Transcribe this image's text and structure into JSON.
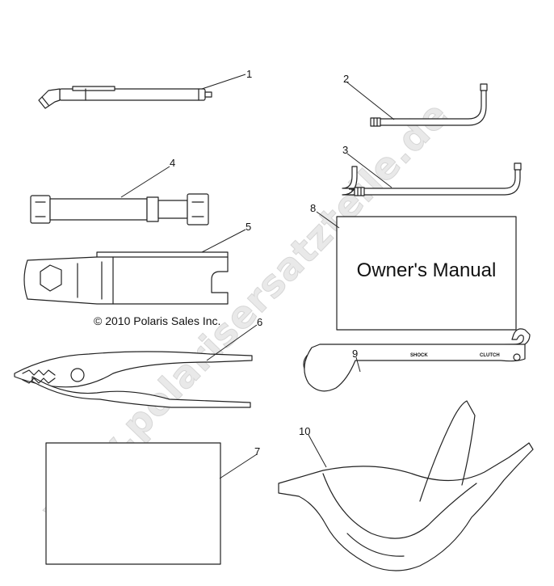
{
  "watermark": "www.polarisersatzteile.de",
  "copyright": "© 2010 Polaris Sales Inc.",
  "manual_label": "Owner's Manual",
  "wrench_labels": {
    "shock": "SHOCK",
    "clutch": "CLUTCH"
  },
  "callouts": [
    "1",
    "2",
    "3",
    "4",
    "5",
    "6",
    "7",
    "8",
    "9",
    "10"
  ]
}
